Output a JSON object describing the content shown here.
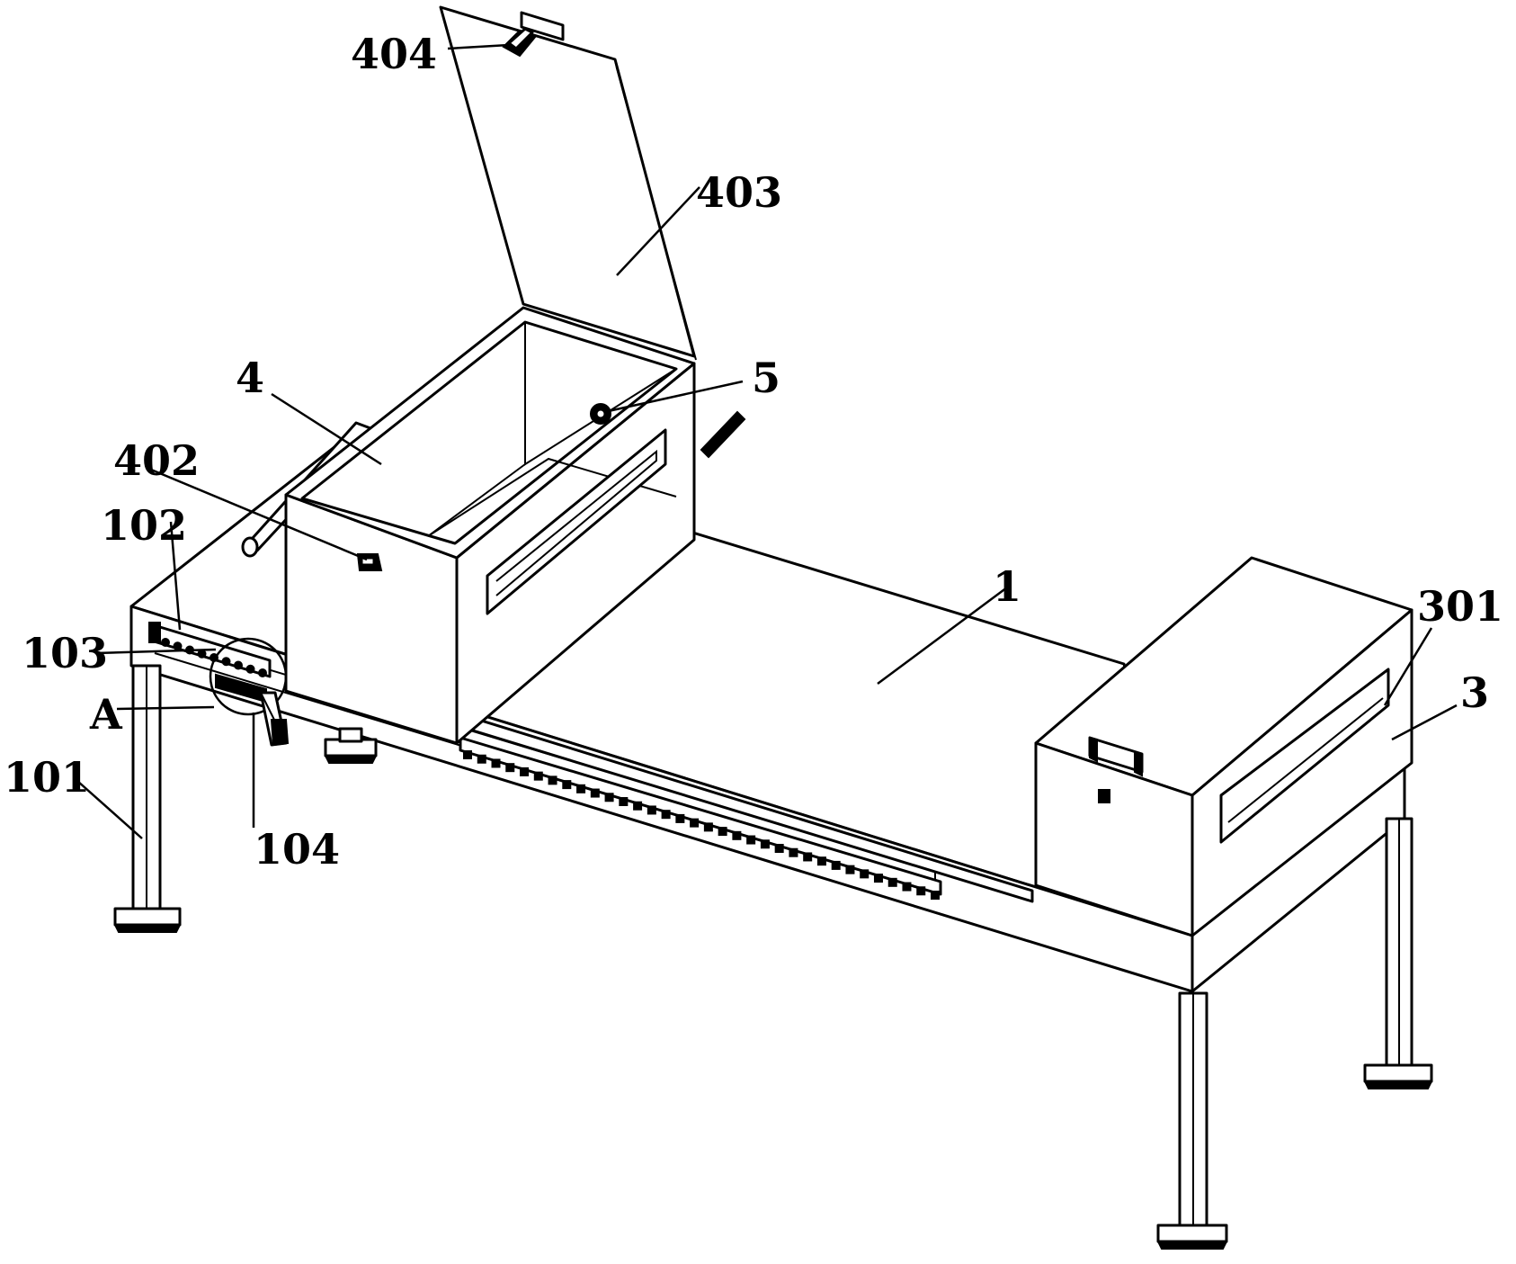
{
  "labels": {
    "l404": "404",
    "l403": "403",
    "l5": "5",
    "l4": "4",
    "l402": "402",
    "l102": "102",
    "l103": "103",
    "lA": "A",
    "l101": "101",
    "l104": "104",
    "l1": "1",
    "l301": "301",
    "l3": "3"
  }
}
